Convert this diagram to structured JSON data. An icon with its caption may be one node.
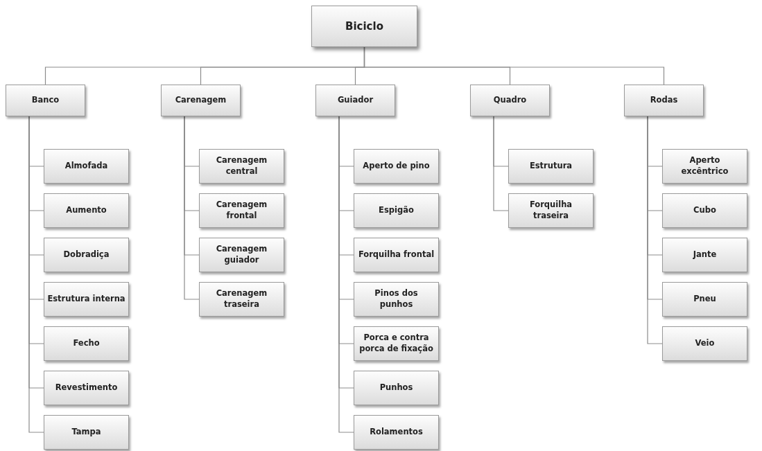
{
  "diagram": {
    "nodes": [
      {
        "text": [
          "Biciclo"
        ]
      },
      {
        "text": [
          "Banco"
        ]
      },
      {
        "text": [
          "Carenagem"
        ]
      },
      {
        "text": [
          "Guiador"
        ]
      },
      {
        "text": [
          "Quadro"
        ]
      },
      {
        "text": [
          "Rodas"
        ]
      },
      {
        "text": [
          "Almofada"
        ]
      },
      {
        "text": [
          "Aumento"
        ]
      },
      {
        "text": [
          "Dobradiça"
        ]
      },
      {
        "text": [
          "Estrutura interna"
        ]
      },
      {
        "text": [
          "Fecho"
        ]
      },
      {
        "text": [
          "Revestimento"
        ]
      },
      {
        "text": [
          "Tampa"
        ]
      },
      {
        "text": [
          "Carenagem central"
        ]
      },
      {
        "text": [
          "Carenagem frontal"
        ]
      },
      {
        "text": [
          "Carenagem guiador"
        ]
      },
      {
        "text": [
          "Carenagem traseira"
        ]
      },
      {
        "text": [
          "Aperto de pino"
        ]
      },
      {
        "text": [
          "Espigão"
        ]
      },
      {
        "text": [
          "Forquilha frontal"
        ]
      },
      {
        "text": [
          "Pinos dos punhos"
        ]
      },
      {
        "text": [
          "Porca e contra porca de fixação"
        ]
      },
      {
        "text": [
          "Punhos"
        ]
      },
      {
        "text": [
          "Rolamentos"
        ]
      },
      {
        "text": [
          "Estrutura"
        ]
      },
      {
        "text": [
          "Forquilha traseira"
        ]
      },
      {
        "text": [
          "Aperto excêntrico"
        ]
      },
      {
        "text": [
          "Cubo"
        ]
      },
      {
        "text": [
          "Jante"
        ]
      },
      {
        "text": [
          "Pneu"
        ]
      },
      {
        "text": [
          "Veio"
        ]
      }
    ],
    "edges": [
      {
        "from": 0,
        "to": 1,
        "arrow": "none"
      },
      {
        "from": 0,
        "to": 2,
        "arrow": "none"
      },
      {
        "from": 0,
        "to": 3,
        "arrow": "none"
      },
      {
        "from": 0,
        "to": 4,
        "arrow": "none"
      },
      {
        "from": 0,
        "to": 5,
        "arrow": "none"
      },
      {
        "from": 1,
        "to": 6,
        "arrow": "none"
      },
      {
        "from": 1,
        "to": 7,
        "arrow": "none"
      },
      {
        "from": 1,
        "to": 8,
        "arrow": "none"
      },
      {
        "from": 1,
        "to": 9,
        "arrow": "none"
      },
      {
        "from": 1,
        "to": 10,
        "arrow": "none"
      },
      {
        "from": 1,
        "to": 11,
        "arrow": "none"
      },
      {
        "from": 1,
        "to": 12,
        "arrow": "none"
      },
      {
        "from": 2,
        "to": 13,
        "arrow": "none"
      },
      {
        "from": 2,
        "to": 14,
        "arrow": "none"
      },
      {
        "from": 2,
        "to": 15,
        "arrow": "none"
      },
      {
        "from": 2,
        "to": 16,
        "arrow": "none"
      },
      {
        "from": 3,
        "to": 17,
        "arrow": "none"
      },
      {
        "from": 3,
        "to": 18,
        "arrow": "none"
      },
      {
        "from": 3,
        "to": 19,
        "arrow": "none"
      },
      {
        "from": 3,
        "to": 20,
        "arrow": "none"
      },
      {
        "from": 3,
        "to": 21,
        "arrow": "none"
      },
      {
        "from": 3,
        "to": 22,
        "arrow": "none"
      },
      {
        "from": 3,
        "to": 23,
        "arrow": "none"
      },
      {
        "from": 4,
        "to": 24,
        "arrow": "none"
      },
      {
        "from": 4,
        "to": 25,
        "arrow": "none"
      },
      {
        "from": 5,
        "to": 26,
        "arrow": "none"
      },
      {
        "from": 5,
        "to": 27,
        "arrow": "none"
      },
      {
        "from": 5,
        "to": 28,
        "arrow": "none"
      },
      {
        "from": 5,
        "to": 29,
        "arrow": "none"
      },
      {
        "from": 5,
        "to": 30,
        "arrow": "none"
      }
    ]
  }
}
